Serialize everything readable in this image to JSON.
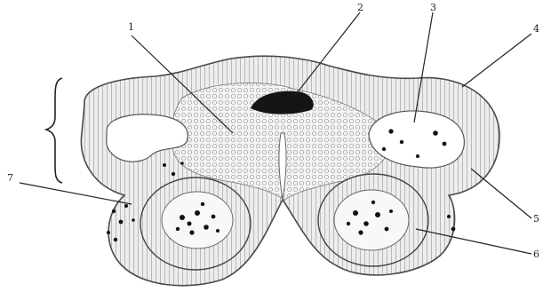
{
  "figure": {
    "labels": [
      "1",
      "2",
      "3",
      "4",
      "5",
      "6",
      "7"
    ],
    "colors": {
      "ink": "#1a1a1a",
      "tissue": "#8a8a8a",
      "membrane": "#555555",
      "background": "#ffffff"
    }
  }
}
